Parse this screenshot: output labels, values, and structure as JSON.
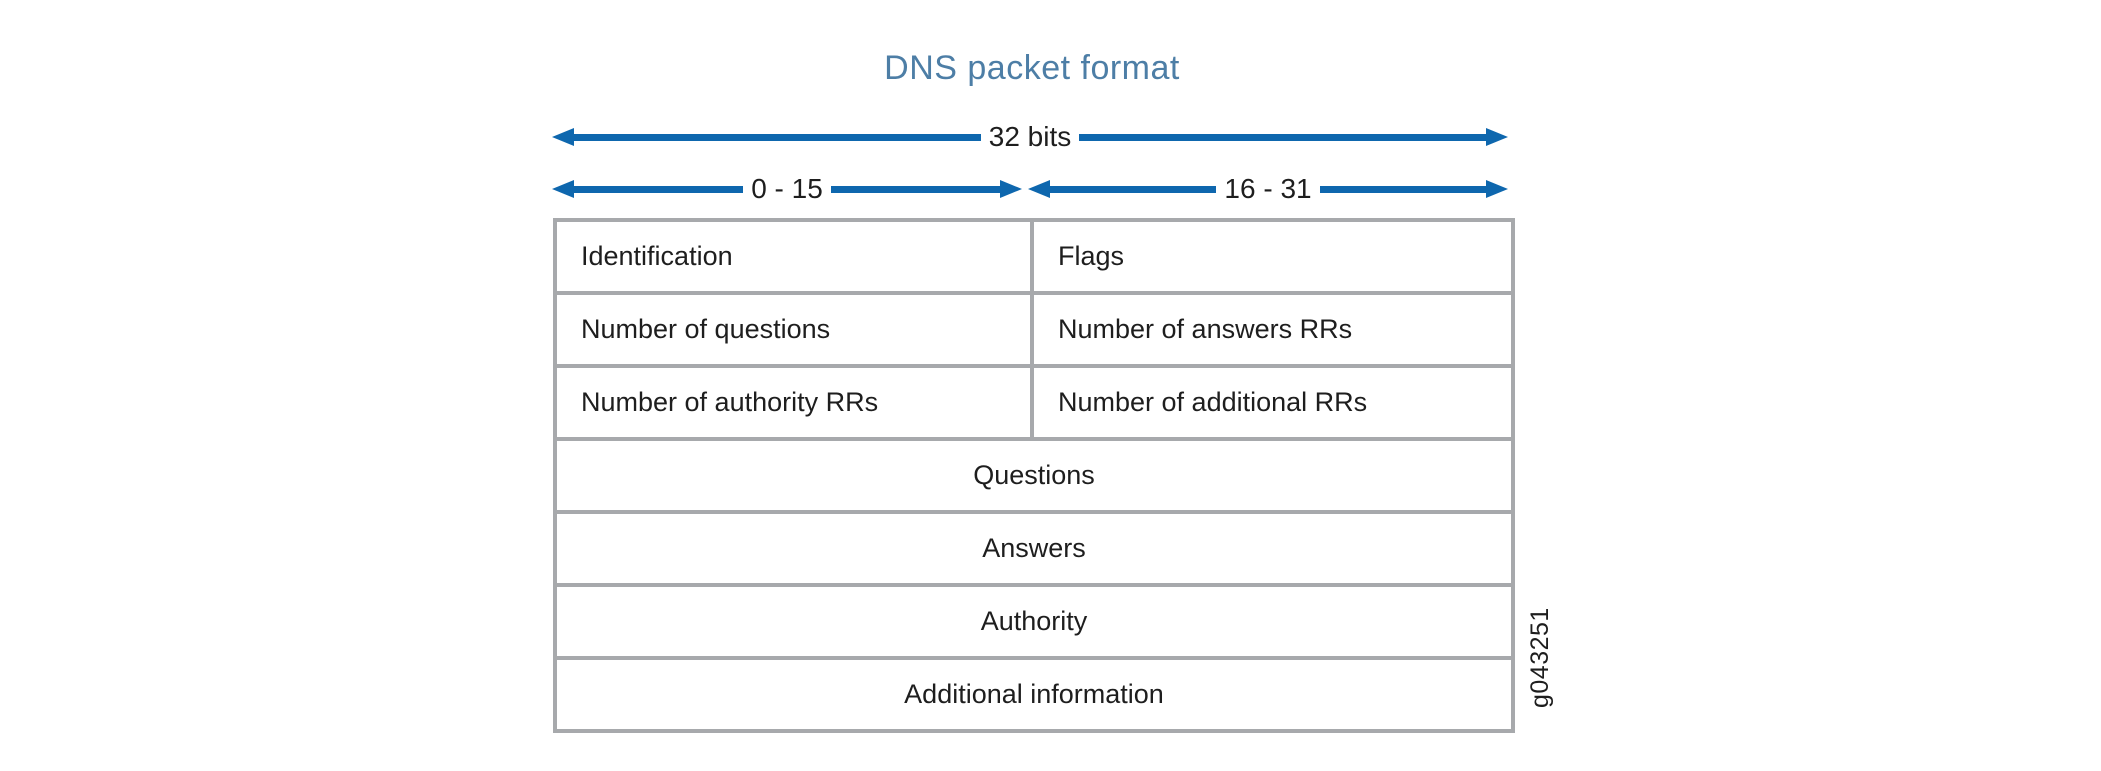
{
  "title": "DNS packet format",
  "arrows": {
    "full_width_label": "32 bits",
    "left_range_label": "0 - 15",
    "right_range_label": "16 - 31"
  },
  "table": {
    "split_rows": [
      {
        "left": "Identification",
        "right": "Flags"
      },
      {
        "left": "Number of questions",
        "right": "Number of answers RRs"
      },
      {
        "left": "Number of authority RRs",
        "right": "Number of additional RRs"
      }
    ],
    "full_rows": [
      "Questions",
      "Answers",
      "Authority",
      "Additional information"
    ]
  },
  "figure_id": "g043251",
  "colors": {
    "arrow_blue": "#0e67ae",
    "title_blue": "#4d7ea6",
    "border_gray": "#a7a9ac",
    "text": "#1e1e1e",
    "background": "#ffffff"
  }
}
